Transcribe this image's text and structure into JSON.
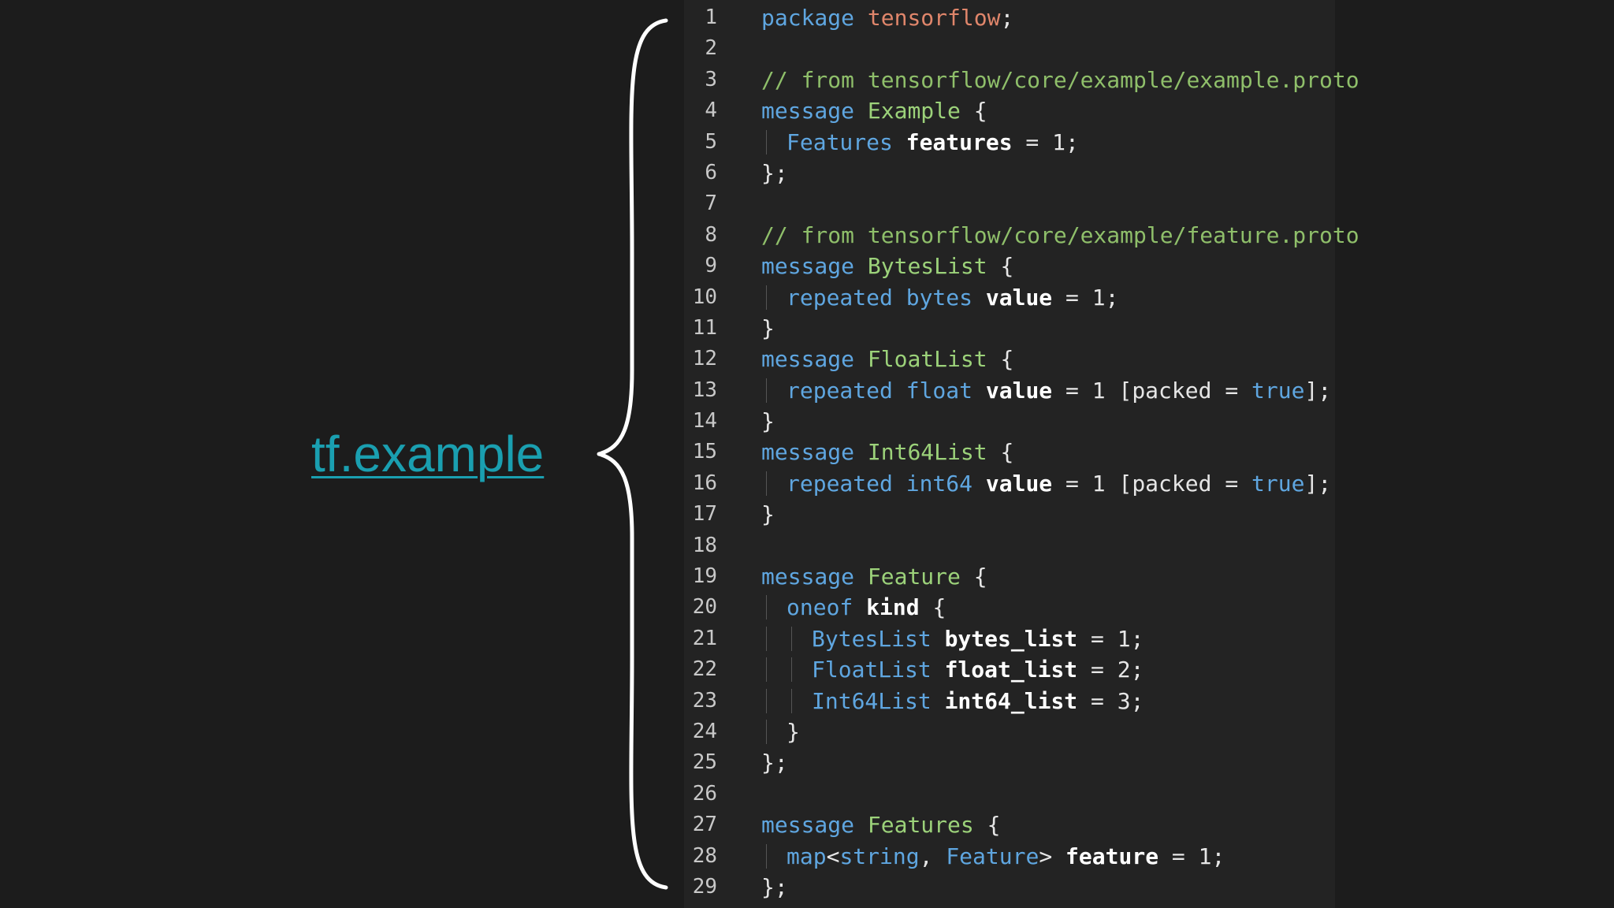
{
  "title": {
    "label": "tf.example"
  },
  "colors": {
    "background": "#1c1c1c",
    "code_background": "#232323",
    "title_link": "#1a9fb0",
    "brace": "#ffffff",
    "keyword": "#5fa6e0",
    "type_name": "#9cd27a",
    "package_name": "#e0866b",
    "comment": "#8fbf6a",
    "field": "#ffffff",
    "line_number": "#c8c8c8"
  },
  "icons": {
    "brace": "curly-brace-icon"
  },
  "code": {
    "lines": [
      {
        "n": "1",
        "indent": 0,
        "tokens": [
          {
            "t": "package",
            "c": "keyword"
          },
          {
            "t": " "
          },
          {
            "t": "tensorflow",
            "c": "pkg"
          },
          {
            "t": ";"
          }
        ]
      },
      {
        "n": "2",
        "indent": 0,
        "tokens": []
      },
      {
        "n": "3",
        "indent": 0,
        "tokens": [
          {
            "t": "// from tensorflow/core/example/example.proto",
            "c": "comment"
          }
        ]
      },
      {
        "n": "4",
        "indent": 0,
        "tokens": [
          {
            "t": "message",
            "c": "keyword"
          },
          {
            "t": " "
          },
          {
            "t": "Example",
            "c": "type"
          },
          {
            "t": " {"
          }
        ]
      },
      {
        "n": "5",
        "indent": 1,
        "tokens": [
          {
            "t": "Features",
            "c": "keyword"
          },
          {
            "t": " "
          },
          {
            "t": "features",
            "c": "field"
          },
          {
            "t": " = 1;"
          }
        ]
      },
      {
        "n": "6",
        "indent": 0,
        "tokens": [
          {
            "t": "};"
          }
        ]
      },
      {
        "n": "7",
        "indent": 0,
        "tokens": []
      },
      {
        "n": "8",
        "indent": 0,
        "tokens": [
          {
            "t": "// from tensorflow/core/example/feature.proto",
            "c": "comment"
          }
        ]
      },
      {
        "n": "9",
        "indent": 0,
        "tokens": [
          {
            "t": "message",
            "c": "keyword"
          },
          {
            "t": " "
          },
          {
            "t": "BytesList",
            "c": "type"
          },
          {
            "t": " {"
          }
        ]
      },
      {
        "n": "10",
        "indent": 1,
        "tokens": [
          {
            "t": "repeated",
            "c": "keyword"
          },
          {
            "t": " "
          },
          {
            "t": "bytes",
            "c": "keyword"
          },
          {
            "t": " "
          },
          {
            "t": "value",
            "c": "field"
          },
          {
            "t": " = 1;"
          }
        ]
      },
      {
        "n": "11",
        "indent": 0,
        "tokens": [
          {
            "t": "}"
          }
        ]
      },
      {
        "n": "12",
        "indent": 0,
        "tokens": [
          {
            "t": "message",
            "c": "keyword"
          },
          {
            "t": " "
          },
          {
            "t": "FloatList",
            "c": "type"
          },
          {
            "t": " {"
          }
        ]
      },
      {
        "n": "13",
        "indent": 1,
        "tokens": [
          {
            "t": "repeated",
            "c": "keyword"
          },
          {
            "t": " "
          },
          {
            "t": "float",
            "c": "keyword"
          },
          {
            "t": " "
          },
          {
            "t": "value",
            "c": "field"
          },
          {
            "t": " = 1 [packed = "
          },
          {
            "t": "true",
            "c": "bool"
          },
          {
            "t": "];"
          }
        ]
      },
      {
        "n": "14",
        "indent": 0,
        "tokens": [
          {
            "t": "}"
          }
        ]
      },
      {
        "n": "15",
        "indent": 0,
        "tokens": [
          {
            "t": "message",
            "c": "keyword"
          },
          {
            "t": " "
          },
          {
            "t": "Int64List",
            "c": "type"
          },
          {
            "t": " {"
          }
        ]
      },
      {
        "n": "16",
        "indent": 1,
        "tokens": [
          {
            "t": "repeated",
            "c": "keyword"
          },
          {
            "t": " "
          },
          {
            "t": "int64",
            "c": "keyword"
          },
          {
            "t": " "
          },
          {
            "t": "value",
            "c": "field"
          },
          {
            "t": " = 1 [packed = "
          },
          {
            "t": "true",
            "c": "bool"
          },
          {
            "t": "];"
          }
        ]
      },
      {
        "n": "17",
        "indent": 0,
        "tokens": [
          {
            "t": "}"
          }
        ]
      },
      {
        "n": "18",
        "indent": 0,
        "tokens": []
      },
      {
        "n": "19",
        "indent": 0,
        "tokens": [
          {
            "t": "message",
            "c": "keyword"
          },
          {
            "t": " "
          },
          {
            "t": "Feature",
            "c": "type"
          },
          {
            "t": " {"
          }
        ]
      },
      {
        "n": "20",
        "indent": 1,
        "tokens": [
          {
            "t": "oneof",
            "c": "keyword"
          },
          {
            "t": " "
          },
          {
            "t": "kind",
            "c": "field"
          },
          {
            "t": " {"
          }
        ]
      },
      {
        "n": "21",
        "indent": 2,
        "tokens": [
          {
            "t": "BytesList",
            "c": "keyword"
          },
          {
            "t": " "
          },
          {
            "t": "bytes_list",
            "c": "field"
          },
          {
            "t": " = 1;"
          }
        ]
      },
      {
        "n": "22",
        "indent": 2,
        "tokens": [
          {
            "t": "FloatList",
            "c": "keyword"
          },
          {
            "t": " "
          },
          {
            "t": "float_list",
            "c": "field"
          },
          {
            "t": " = 2;"
          }
        ]
      },
      {
        "n": "23",
        "indent": 2,
        "tokens": [
          {
            "t": "Int64List",
            "c": "keyword"
          },
          {
            "t": " "
          },
          {
            "t": "int64_list",
            "c": "field"
          },
          {
            "t": " = 3;"
          }
        ]
      },
      {
        "n": "24",
        "indent": 1,
        "tokens": [
          {
            "t": "}"
          }
        ]
      },
      {
        "n": "25",
        "indent": 0,
        "tokens": [
          {
            "t": "};"
          }
        ]
      },
      {
        "n": "26",
        "indent": 0,
        "tokens": []
      },
      {
        "n": "27",
        "indent": 0,
        "tokens": [
          {
            "t": "message",
            "c": "keyword"
          },
          {
            "t": " "
          },
          {
            "t": "Features",
            "c": "type"
          },
          {
            "t": " {"
          }
        ]
      },
      {
        "n": "28",
        "indent": 1,
        "tokens": [
          {
            "t": "map",
            "c": "keyword"
          },
          {
            "t": "<"
          },
          {
            "t": "string",
            "c": "keyword"
          },
          {
            "t": ", "
          },
          {
            "t": "Feature",
            "c": "keyword"
          },
          {
            "t": "> "
          },
          {
            "t": "feature",
            "c": "field"
          },
          {
            "t": " = 1;"
          }
        ]
      },
      {
        "n": "29",
        "indent": 0,
        "tokens": [
          {
            "t": "};"
          }
        ]
      }
    ]
  }
}
